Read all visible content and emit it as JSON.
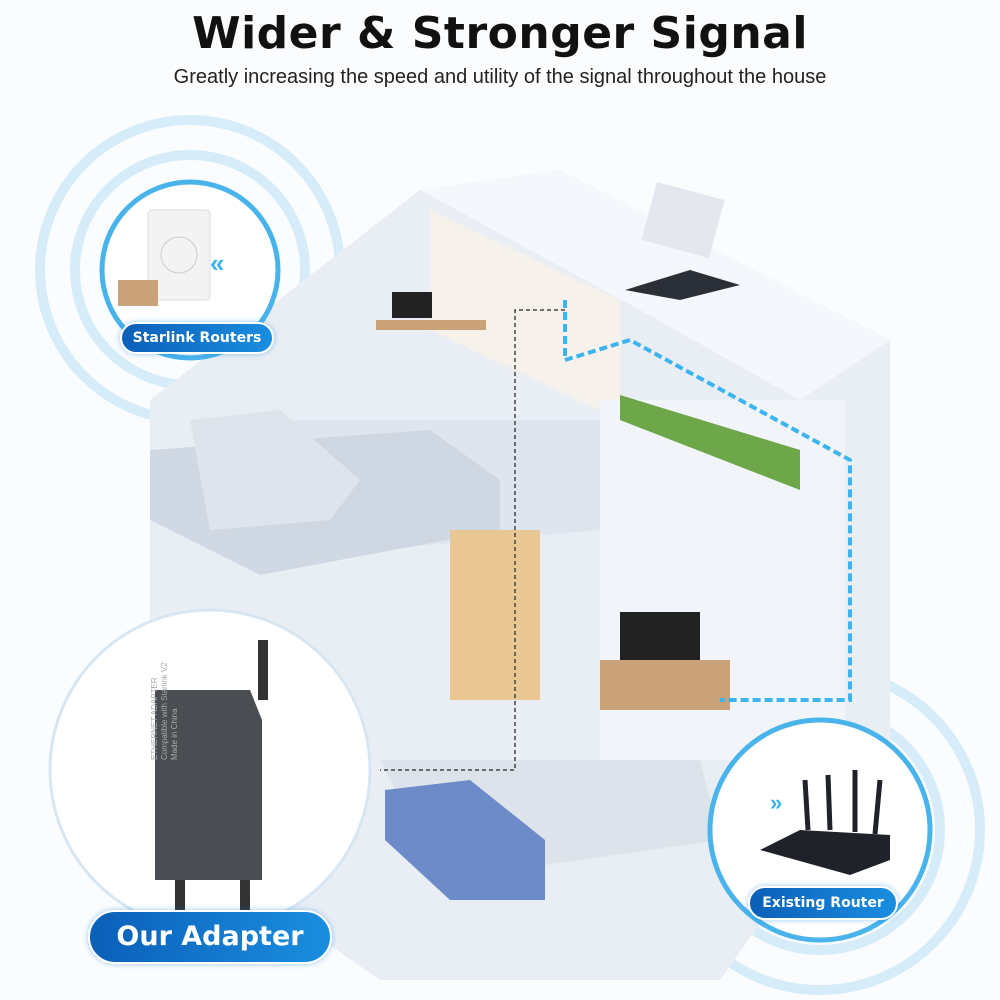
{
  "header": {
    "title": "Wider & Stronger Signal",
    "subtitle": "Greatly increasing the speed and utility of the signal throughout the house"
  },
  "labels": {
    "starlink": "Starlink Routers",
    "adapter": "Our Adapter",
    "router": "Existing Router"
  },
  "adapter_print": {
    "name": "ETHERNET ADAPTER",
    "compat": "Compatible with Starlink V2",
    "origin": "Made in China"
  },
  "colors": {
    "accent": "#1a8ee0",
    "signal": "#3cb4f0"
  }
}
